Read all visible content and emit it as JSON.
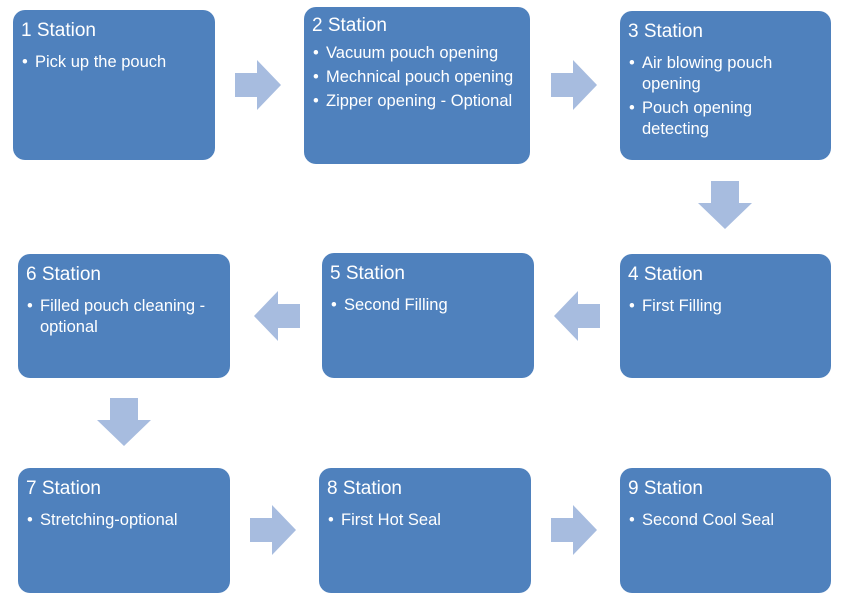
{
  "colors": {
    "box": "#4f81bd",
    "arrow": "#a7bcdf",
    "text": "#ffffff"
  },
  "stations": [
    {
      "title": "1 Station",
      "items": [
        "Pick up the pouch"
      ]
    },
    {
      "title": "2 Station",
      "items": [
        "Vacuum pouch opening",
        "Mechnical pouch opening",
        "Zipper opening - Optional"
      ]
    },
    {
      "title": "3 Station",
      "items": [
        "Air blowing pouch opening",
        "Pouch opening detecting"
      ]
    },
    {
      "title": "4 Station",
      "items": [
        "First Filling"
      ]
    },
    {
      "title": "5 Station",
      "items": [
        "Second Filling"
      ]
    },
    {
      "title": "6 Station",
      "items": [
        "Filled pouch cleaning -optional"
      ]
    },
    {
      "title": "7 Station",
      "items": [
        "Stretching-optional"
      ]
    },
    {
      "title": "8 Station",
      "items": [
        "First Hot Seal"
      ]
    },
    {
      "title": "9 Station",
      "items": [
        "Second Cool Seal"
      ]
    }
  ],
  "arrows": [
    {
      "from": "1 Station",
      "to": "2 Station",
      "direction": "right"
    },
    {
      "from": "2 Station",
      "to": "3 Station",
      "direction": "right"
    },
    {
      "from": "3 Station",
      "to": "4 Station",
      "direction": "down"
    },
    {
      "from": "4 Station",
      "to": "5 Station",
      "direction": "left"
    },
    {
      "from": "5 Station",
      "to": "6 Station",
      "direction": "left"
    },
    {
      "from": "6 Station",
      "to": "7 Station",
      "direction": "down"
    },
    {
      "from": "7 Station",
      "to": "8 Station",
      "direction": "right"
    },
    {
      "from": "8 Station",
      "to": "9 Station",
      "direction": "right"
    }
  ]
}
